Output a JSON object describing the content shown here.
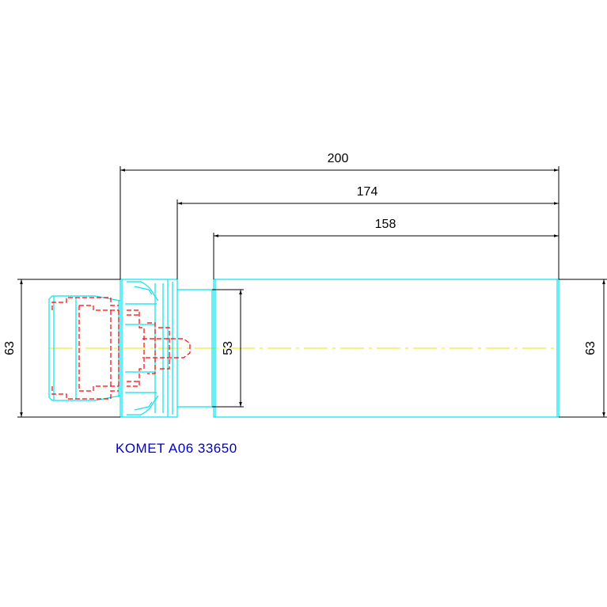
{
  "drawing": {
    "part_label": "KOMET A06 33650",
    "dimensions": {
      "overall_length": "200",
      "length_to_shoulder": "174",
      "body_length": "158",
      "left_diameter": "63",
      "bore_diameter": "53",
      "right_diameter": "63"
    },
    "colors": {
      "outline": "#00e5ee",
      "hidden_lines": "#ff0000",
      "centerline": "#e8e800",
      "dimension": "#000000",
      "label": "#0000cc"
    }
  }
}
